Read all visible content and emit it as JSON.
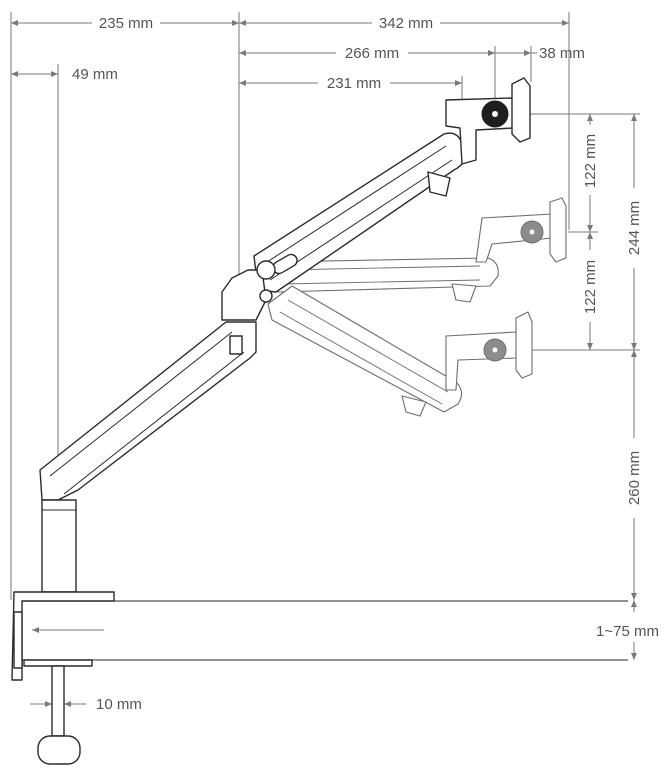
{
  "diagram": {
    "dimensions": {
      "base_to_pivot": "235 mm",
      "pivot_to_vesa_max": "342 mm",
      "pivot_to_tilt_axis": "266 mm",
      "tilt_to_vesa": "38 mm",
      "pivot_to_hub": "231 mm",
      "pole_offset": "49 mm",
      "height_step_upper": "122 mm",
      "height_step_lower": "122 mm",
      "height_range": "244 mm",
      "base_height": "260 mm",
      "desk_thickness": "1~75 mm",
      "clamp_screw": "10 mm"
    },
    "colors": {
      "line": "#2b2b2b",
      "dimension": "#7a7a7a",
      "text": "#555555",
      "tilt_knob": "#1e1e1e",
      "tilt_knob_ghost": "#8c8c8c"
    }
  }
}
